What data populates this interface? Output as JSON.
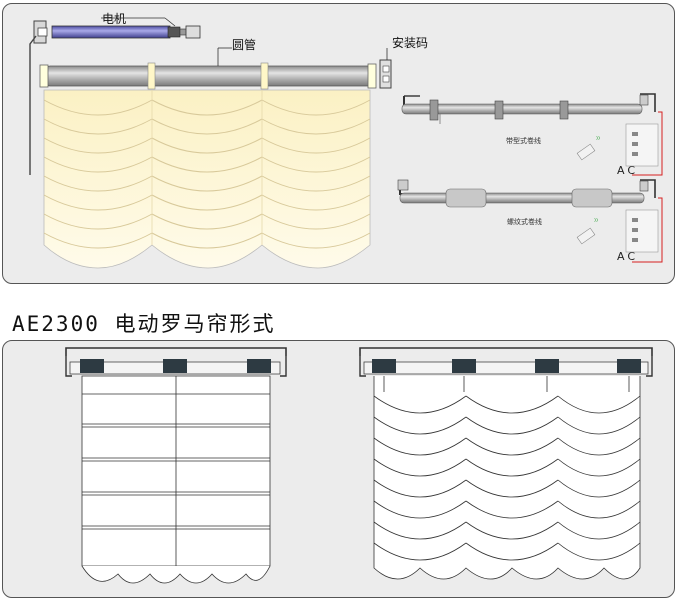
{
  "labels": {
    "motor": "电机",
    "tube": "圆管",
    "mount_code": "安装码",
    "belt_type": "带型式卷线",
    "screw_type": "螺纹式卷线",
    "ac_1": "AC",
    "ac_2": "AC"
  },
  "section_title": "AE2300 电动罗马帘形式",
  "colors": {
    "panel_bg": "#ececec",
    "tube": "#b0b0b0",
    "fabric": "#fdf6d6",
    "motor": "#6f70c4",
    "wire_red": "#d62020",
    "remote_signal": "#1f9c2b",
    "block_dark": "#2d3a42"
  }
}
